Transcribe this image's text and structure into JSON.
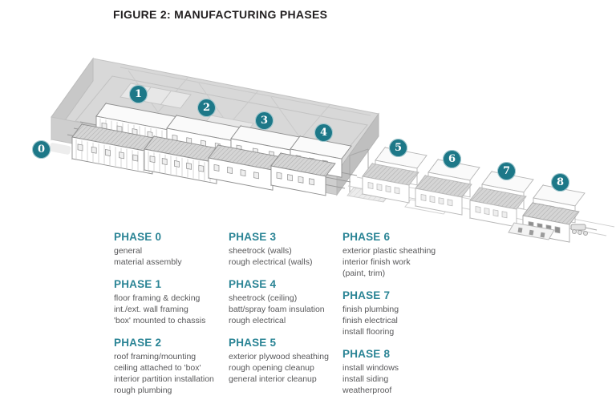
{
  "title": "FIGURE 2: MANUFACTURING PHASES",
  "colors": {
    "accent_teal": "#1d7888",
    "heading_teal": "#2a8495",
    "title_text": "#221f20",
    "body_text": "#58585a",
    "factory_gray": "#d8d8d8"
  },
  "diagram": {
    "markers": [
      {
        "label": "0"
      },
      {
        "label": "1"
      },
      {
        "label": "2"
      },
      {
        "label": "3"
      },
      {
        "label": "4"
      },
      {
        "label": "5"
      },
      {
        "label": "6"
      },
      {
        "label": "7"
      },
      {
        "label": "8"
      }
    ]
  },
  "legend": {
    "phases": [
      {
        "heading": "PHASE 0",
        "lines": [
          "general",
          "material assembly"
        ]
      },
      {
        "heading": "PHASE 1",
        "lines": [
          "floor framing & decking",
          "int./ext. wall framing",
          "'box' mounted to chassis"
        ]
      },
      {
        "heading": "PHASE 2",
        "lines": [
          "roof framing/mounting",
          "ceiling attached to 'box'",
          "interior partition installation",
          "rough plumbing"
        ]
      },
      {
        "heading": "PHASE 3",
        "lines": [
          "sheetrock (walls)",
          "rough electrical (walls)"
        ]
      },
      {
        "heading": "PHASE 4",
        "lines": [
          "sheetrock (ceiling)",
          "batt/spray foam insulation",
          "rough electrical"
        ]
      },
      {
        "heading": "PHASE 5",
        "lines": [
          "exterior plywood sheathing",
          "rough opening cleanup",
          "general interior cleanup"
        ]
      },
      {
        "heading": "PHASE 6",
        "lines": [
          "exterior plastic sheathing",
          "interior finish work",
          "(paint, trim)"
        ]
      },
      {
        "heading": "PHASE 7",
        "lines": [
          "finish plumbing",
          "finish electrical",
          "install flooring"
        ]
      },
      {
        "heading": "PHASE 8",
        "lines": [
          "install windows",
          "install siding",
          "weatherproof"
        ]
      }
    ]
  }
}
